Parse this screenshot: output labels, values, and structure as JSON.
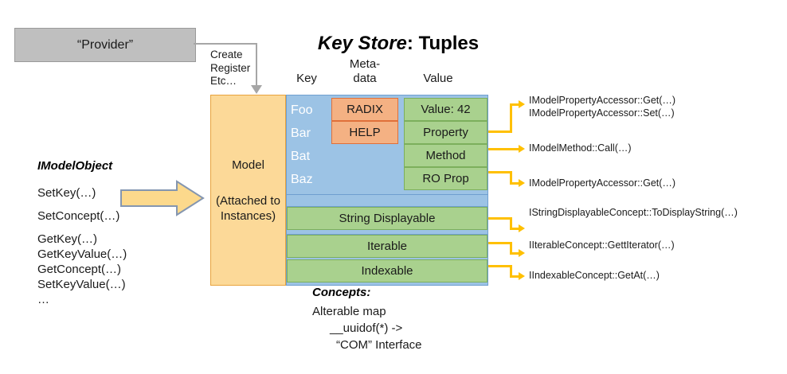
{
  "title": {
    "emphasis": "Key Store",
    "rest": ": Tuples"
  },
  "provider": {
    "label": "“Provider”"
  },
  "connector_note": {
    "lines": [
      "Create",
      "Register",
      "Etc…"
    ]
  },
  "column_headers": {
    "key": "Key",
    "metadata": "Meta-\ndata",
    "metadata_line1": "Meta-",
    "metadata_line2": "data",
    "value": "Value"
  },
  "model_column": {
    "line1": "Model",
    "line2": "(Attached to",
    "line3": "Instances)"
  },
  "keys": [
    "Foo",
    "Bar",
    "Bat",
    "Baz"
  ],
  "metadata_cells": [
    "RADIX",
    "HELP"
  ],
  "value_cells": [
    "Value: 42",
    "Property",
    "Method",
    "RO Prop"
  ],
  "concept_rows": [
    "String Displayable",
    "Iterable",
    "Indexable"
  ],
  "callouts": [
    {
      "lines": [
        "IModelPropertyAccessor::Get(…)",
        "IModelPropertyAccessor::Set(…)"
      ]
    },
    {
      "lines": [
        "IModelMethod::Call(…)"
      ]
    },
    {
      "lines": [
        "IModelPropertyAccessor::Get(…)"
      ]
    },
    {
      "lines": [
        "IStringDisplayableConcept::ToDisplayString(…)"
      ]
    },
    {
      "lines": [
        "IIterableConcept::GettIterator(…)"
      ]
    },
    {
      "lines": [
        "IIndexableConcept::GetAt(…)"
      ]
    }
  ],
  "callout_text": {
    "c0l0": "IModelPropertyAccessor::Get(…)",
    "c0l1": "IModelPropertyAccessor::Set(…)",
    "c1l0": "IModelMethod::Call(…)",
    "c2l0": "IModelPropertyAccessor::Get(…)",
    "c3l0": "IStringDisplayableConcept::ToDisplayString(…)",
    "c4l0": "IIterableConcept::GettIterator(…)",
    "c5l0": "IIndexableConcept::GetAt(…)"
  },
  "imodelobject": {
    "title": "IModelObject",
    "methods": [
      "SetKey(…)",
      "SetConcept(…)",
      "GetKey(…)",
      "GetKeyValue(…)",
      "GetConcept(…)",
      "SetKeyValue(…)",
      "…"
    ]
  },
  "concepts": {
    "title": "Concepts:",
    "lines": [
      "Alterable map",
      "__uuidof(*) ->",
      "“COM” Interface"
    ]
  },
  "colors": {
    "provider_fill": "#bfbfbf",
    "model_fill": "#fcd998",
    "key_fill": "#9cc3e5",
    "metadata_fill": "#f4b183",
    "value_fill": "#a9d18e",
    "connector_yellow": "#ffc000",
    "connector_gray": "#a6a6a6"
  }
}
